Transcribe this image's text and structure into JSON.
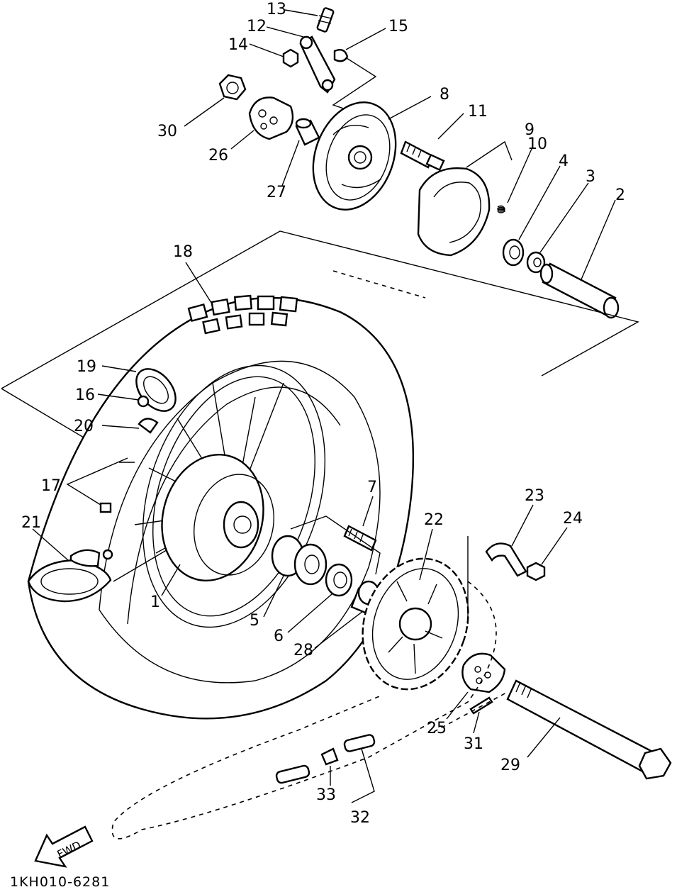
{
  "diagram": {
    "callouts": [
      {
        "id": "13",
        "label": "13"
      },
      {
        "id": "12",
        "label": "12"
      },
      {
        "id": "15",
        "label": "15"
      },
      {
        "id": "14",
        "label": "14"
      },
      {
        "id": "8",
        "label": "8"
      },
      {
        "id": "11",
        "label": "11"
      },
      {
        "id": "9",
        "label": "9"
      },
      {
        "id": "30",
        "label": "30"
      },
      {
        "id": "10",
        "label": "10"
      },
      {
        "id": "4",
        "label": "4"
      },
      {
        "id": "3",
        "label": "3"
      },
      {
        "id": "2",
        "label": "2"
      },
      {
        "id": "26",
        "label": "26"
      },
      {
        "id": "27",
        "label": "27"
      },
      {
        "id": "18",
        "label": "18"
      },
      {
        "id": "19",
        "label": "19"
      },
      {
        "id": "16",
        "label": "16"
      },
      {
        "id": "20",
        "label": "20"
      },
      {
        "id": "17",
        "label": "17"
      },
      {
        "id": "7",
        "label": "7"
      },
      {
        "id": "23",
        "label": "23"
      },
      {
        "id": "21",
        "label": "21"
      },
      {
        "id": "22",
        "label": "22"
      },
      {
        "id": "24",
        "label": "24"
      },
      {
        "id": "1",
        "label": "1"
      },
      {
        "id": "5",
        "label": "5"
      },
      {
        "id": "6",
        "label": "6"
      },
      {
        "id": "28",
        "label": "28"
      },
      {
        "id": "25",
        "label": "25"
      },
      {
        "id": "31",
        "label": "31"
      },
      {
        "id": "29",
        "label": "29"
      },
      {
        "id": "33",
        "label": "33"
      },
      {
        "id": "32",
        "label": "32"
      }
    ],
    "fwd_label": "FWD",
    "drawing_code": "1KH010-6281"
  }
}
